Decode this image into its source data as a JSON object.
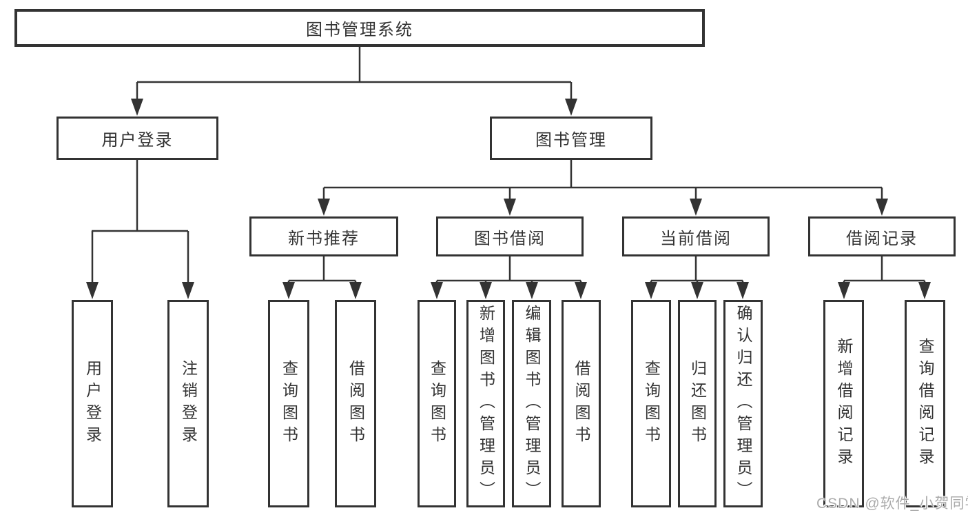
{
  "tree": {
    "root": {
      "label": "图书管理系统"
    },
    "branches": [
      {
        "label": "用户登录",
        "children": [
          {
            "label": "用户登录"
          },
          {
            "label": "注销登录"
          }
        ]
      },
      {
        "label": "图书管理",
        "children": [
          {
            "label": "新书推荐",
            "children": [
              {
                "label": "查询图书"
              },
              {
                "label": "借阅图书"
              }
            ]
          },
          {
            "label": "图书借阅",
            "children": [
              {
                "label": "查询图书"
              },
              {
                "label": "新增图书（管理员）"
              },
              {
                "label": "编辑图书（管理员）"
              },
              {
                "label": "借阅图书"
              }
            ]
          },
          {
            "label": "当前借阅",
            "children": [
              {
                "label": "查询图书"
              },
              {
                "label": "归还图书"
              },
              {
                "label": "确认归还（管理员）"
              }
            ]
          },
          {
            "label": "借阅记录",
            "children": [
              {
                "label": "新增借阅记录"
              },
              {
                "label": "查询借阅记录"
              }
            ]
          }
        ]
      }
    ]
  },
  "watermark": {
    "text": "CSDN @软件_小贺同学"
  },
  "colors": {
    "line": "#333333",
    "text": "#333333",
    "watermark": "#ababab",
    "background": "#ffffff"
  }
}
